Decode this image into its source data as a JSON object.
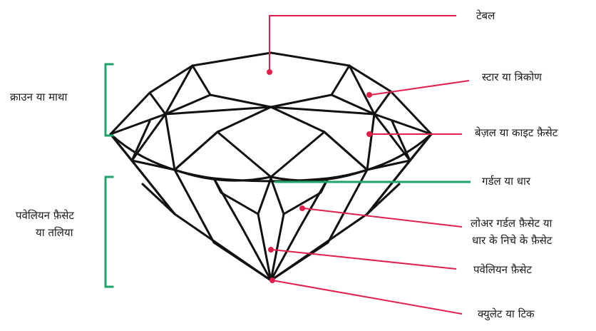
{
  "labels": {
    "table": "टेबल",
    "star": "स्टार या त्रिकोण",
    "bezel": "बेज़ल या काइट फ़ैसेट",
    "girdle": "गर्डल या धार",
    "lower_girdle_line1": "लोअर गर्डल फ़ैसेट या",
    "lower_girdle_line2": "धार के निचे के फ़ैसेट",
    "pavilion_facet": "पवेलियन फ़ैसेट",
    "culet": "क्युलेट या टिक",
    "crown": "क्राउन या माथा",
    "pavilion_line1": "पवेलियन फ़ैसेट",
    "pavilion_line2": "या तलिया"
  },
  "colors": {
    "outline": "#111111",
    "pointer": "#e0204a",
    "girdle_pointer": "#1ea36b",
    "bracket": "#1ea36b"
  }
}
